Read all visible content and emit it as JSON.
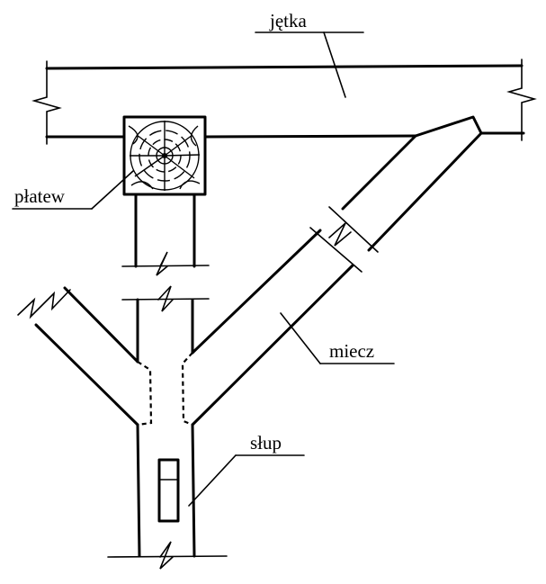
{
  "labels": {
    "jetka": "jętka",
    "platew": "płatew",
    "miecz": "miecz",
    "slup": "słup"
  }
}
